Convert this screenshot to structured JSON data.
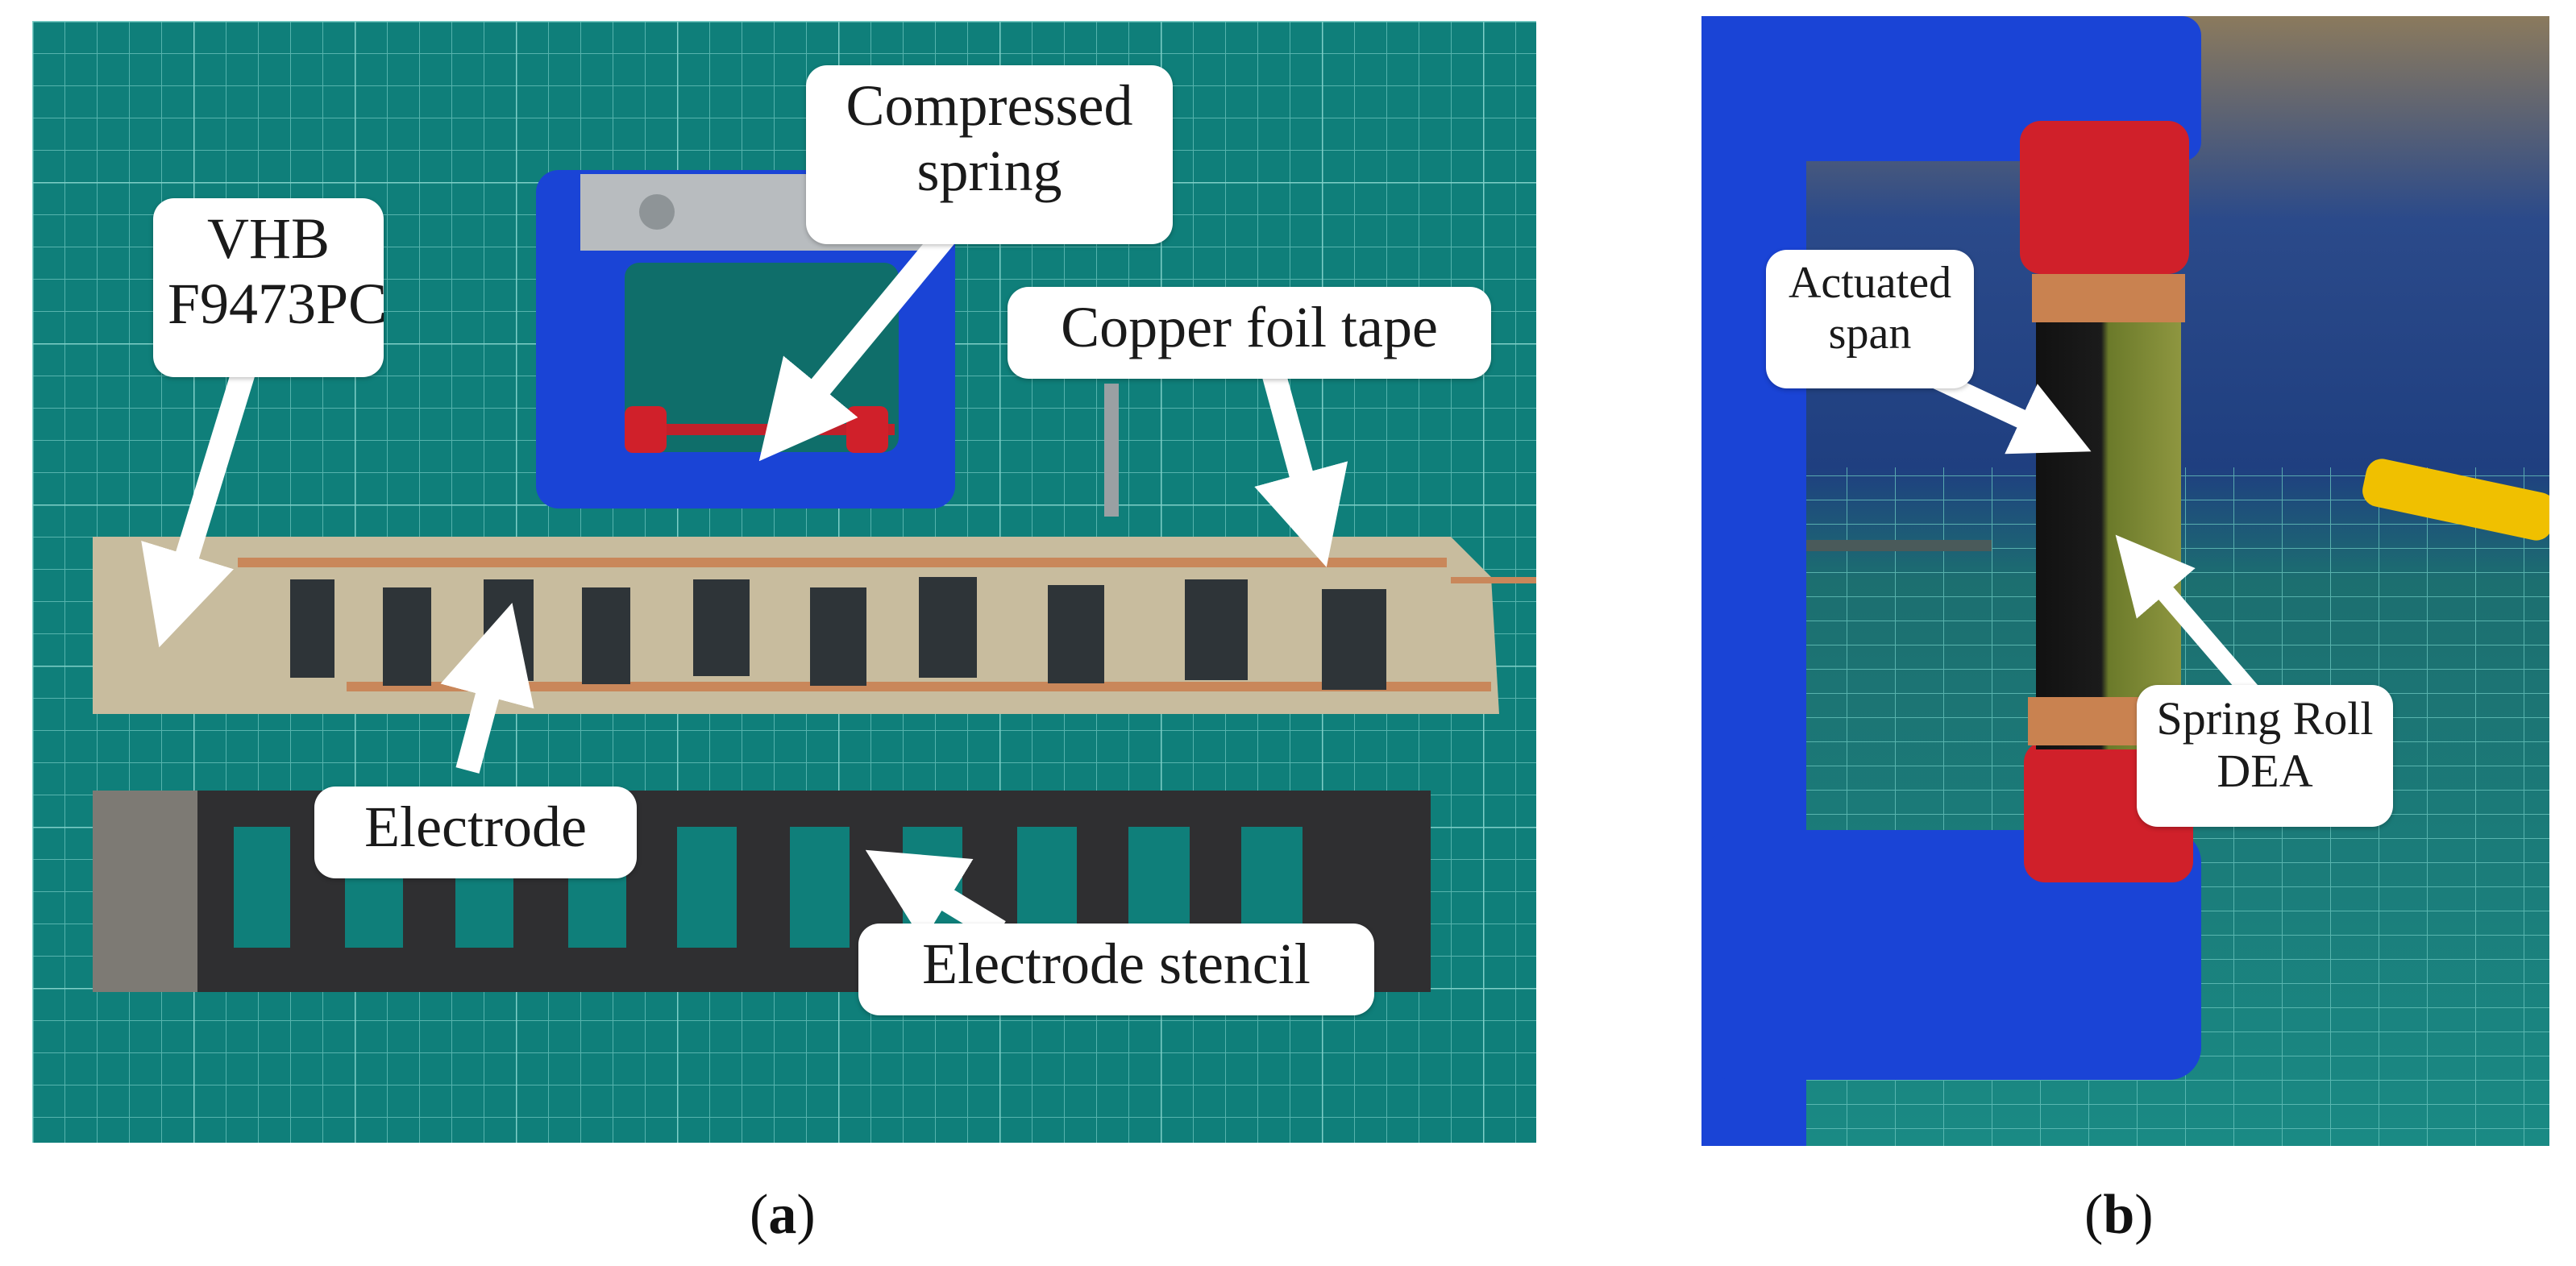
{
  "panel_a": {
    "labels": {
      "vhb_line1": "VHB",
      "vhb_line2": "F9473PC",
      "spring_line1": "Compressed",
      "spring_line2": "spring",
      "copper": "Copper foil tape",
      "electrode": "Electrode",
      "stencil": "Electrode stencil"
    },
    "caption_open": "(",
    "caption_letter": "a",
    "caption_close": ")"
  },
  "panel_b": {
    "labels": {
      "actuated_line1": "Actuated",
      "actuated_line2": "span",
      "dea_line1": "Spring Roll",
      "dea_line2": "DEA"
    },
    "caption_open": "(",
    "caption_letter": "b",
    "caption_close": ")"
  },
  "colors": {
    "cutting_mat": "#0f7f7a",
    "grid_line": "#56b3ad",
    "blue_print": "#1a44d6",
    "red_print": "#d0202a",
    "copper": "#c9875a",
    "vhb_film": "#c8bc9e",
    "carbon_electrode": "#2e3438",
    "stencil": "#2f2f31"
  }
}
